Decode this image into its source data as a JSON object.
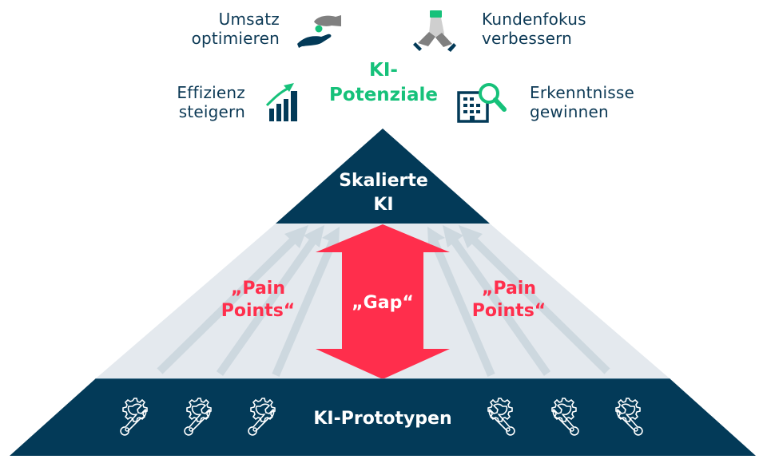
{
  "colors": {
    "navy": "#033a58",
    "green": "#16c17a",
    "red": "#ff2e4c",
    "light_gray": "#e4e9ee",
    "arrow_gray": "#cdd8df",
    "hand_gray": "#808080",
    "text_navy": "#0d3a56"
  },
  "potentials": {
    "title_line1": "KI-",
    "title_line2": "Potenziale",
    "items": [
      {
        "line1": "Umsatz",
        "line2": "optimieren",
        "icon": "hand-coin-icon"
      },
      {
        "line1": "Kundenfokus",
        "line2": "verbessern",
        "icon": "hands-together-icon"
      },
      {
        "line1": "Effizienz",
        "line2": "steigern",
        "icon": "growth-chart-icon"
      },
      {
        "line1": "Erkenntnisse",
        "line2": "gewinnen",
        "icon": "building-magnifier-icon"
      }
    ]
  },
  "pyramid": {
    "top": {
      "line1": "Skalierte",
      "line2": "KI"
    },
    "middle": {
      "gap": "„Gap“",
      "pain_left": {
        "line1": "„Pain",
        "line2": "Points“"
      },
      "pain_right": {
        "line1": "„Pain",
        "line2": "Points“"
      }
    },
    "bottom": {
      "label": "KI-Prototypen",
      "icon": "gear-wrench-icon",
      "icon_count_per_side": 3
    }
  }
}
